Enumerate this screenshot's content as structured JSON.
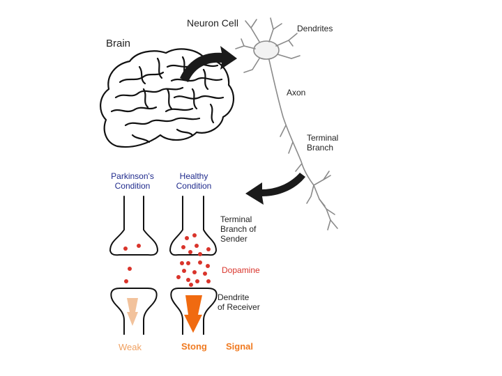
{
  "labels": {
    "brain": "Brain",
    "neuron_cell": "Neuron Cell",
    "dendrites": "Dendrites",
    "axon": "Axon",
    "terminal_branch": [
      "Terminal",
      "Branch"
    ],
    "parkinsons": [
      "Parkinson's",
      "Condition"
    ],
    "healthy": [
      "Healthy",
      "Condition"
    ],
    "terminal_branch_sender": [
      "Terminal",
      "Branch of",
      "Sender"
    ],
    "dopamine": "Dopamine",
    "dendrite_receiver": [
      "Dendrite",
      "of Receiver"
    ],
    "weak": "Weak",
    "strong": "Stong",
    "signal": "Signal"
  },
  "colors": {
    "condition_text": "#1f2a8c",
    "dopamine": "#d9342b",
    "weak_arrow": "#f2c29c",
    "strong_arrow": "#f06a10",
    "signal_text": "#f07a20",
    "outline": "#111111",
    "neuron": "#8a8a8a",
    "pointer_arrow": "#1a1a1a"
  },
  "icons": [
    "brain-drawing",
    "neuron-drawing",
    "curved-arrow-icon",
    "synapse-drawing",
    "signal-arrow-icon"
  ]
}
